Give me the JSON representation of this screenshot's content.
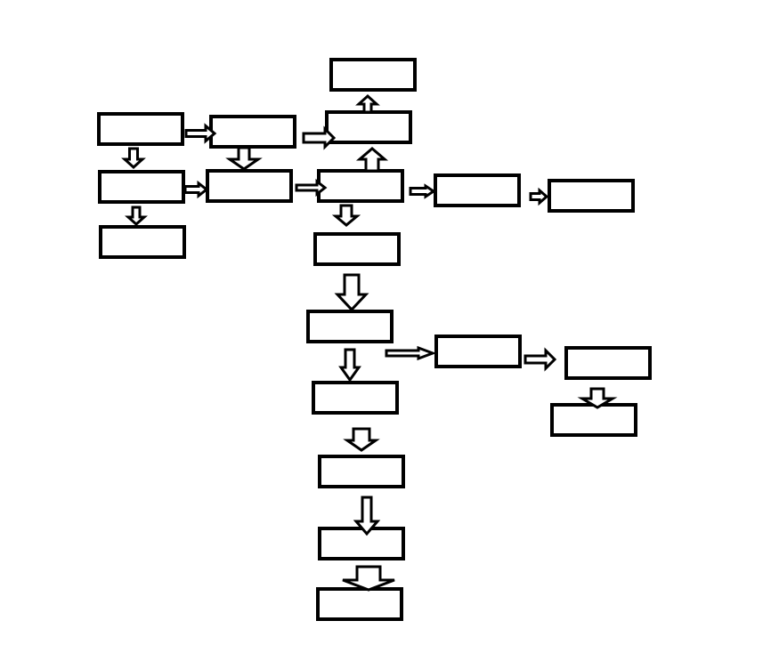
{
  "diagram": {
    "stroke_color": "#000000",
    "fill_color": "#ffffff",
    "boxes": [
      {
        "id": "b-top"
      },
      {
        "id": "b-upper-mid"
      },
      {
        "id": "b-left-1"
      },
      {
        "id": "b-left-2"
      },
      {
        "id": "b-left-3"
      },
      {
        "id": "b-mid-1"
      },
      {
        "id": "b-mid-2"
      },
      {
        "id": "b-center"
      },
      {
        "id": "b-right-1"
      },
      {
        "id": "b-right-2"
      },
      {
        "id": "b-chain-1"
      },
      {
        "id": "b-chain-2"
      },
      {
        "id": "b-branch-1"
      },
      {
        "id": "b-branch-2"
      },
      {
        "id": "b-branch-3"
      },
      {
        "id": "b-chain-3"
      },
      {
        "id": "b-chain-4"
      },
      {
        "id": "b-chain-5"
      },
      {
        "id": "b-chain-6"
      }
    ],
    "arrows": [
      {
        "from": "b-left-1",
        "to": "b-left-2",
        "direction": "down"
      },
      {
        "from": "b-left-2",
        "to": "b-left-3",
        "direction": "down"
      },
      {
        "from": "b-left-1",
        "to": "b-mid-1",
        "direction": "right"
      },
      {
        "from": "b-left-2",
        "to": "b-mid-2",
        "direction": "right"
      },
      {
        "from": "b-mid-1",
        "to": "b-mid-2",
        "direction": "down"
      },
      {
        "from": "b-mid-1",
        "to": "b-upper-mid",
        "direction": "right"
      },
      {
        "from": "b-mid-2",
        "to": "b-center",
        "direction": "right"
      },
      {
        "from": "b-center",
        "to": "b-upper-mid",
        "direction": "up"
      },
      {
        "from": "b-upper-mid",
        "to": "b-top",
        "direction": "up"
      },
      {
        "from": "b-center",
        "to": "b-right-1",
        "direction": "right"
      },
      {
        "from": "b-right-1",
        "to": "b-right-2",
        "direction": "right"
      },
      {
        "from": "b-center",
        "to": "b-chain-1",
        "direction": "down"
      },
      {
        "from": "b-chain-1",
        "to": "b-chain-2",
        "direction": "down"
      },
      {
        "from": "b-chain-2",
        "to": "b-branch-1",
        "direction": "right"
      },
      {
        "from": "b-branch-1",
        "to": "b-branch-2",
        "direction": "right"
      },
      {
        "from": "b-branch-2",
        "to": "b-branch-3",
        "direction": "down"
      },
      {
        "from": "b-chain-2",
        "to": "b-chain-3",
        "direction": "down"
      },
      {
        "from": "b-chain-3",
        "to": "b-chain-4",
        "direction": "down"
      },
      {
        "from": "b-chain-4",
        "to": "b-chain-5",
        "direction": "down"
      },
      {
        "from": "b-chain-5",
        "to": "b-chain-6",
        "direction": "down"
      }
    ]
  }
}
